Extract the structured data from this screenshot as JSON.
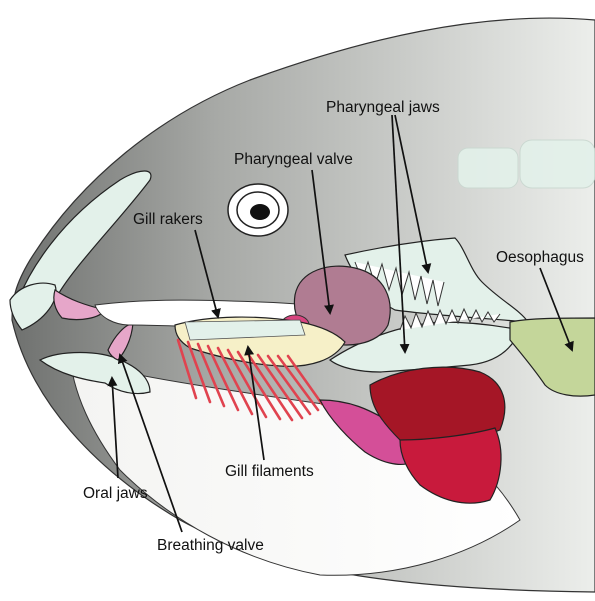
{
  "labels": {
    "pharyngeal_jaws": "Pharyngeal jaws",
    "pharyngeal_valve": "Pharyngeal valve",
    "gill_rakers": "Gill rakers",
    "oesophagus": "Oesophagus",
    "gill_filaments": "Gill filaments",
    "oral_jaws": "Oral jaws",
    "breathing_valve": "Breathing valve"
  },
  "colors": {
    "head_dark": "#6f716f",
    "head_mid": "#a7a9a6",
    "head_light": "#e6e7e4",
    "bone": "#e3f1ea",
    "pink": "#e6a6c9",
    "valve_mauve": "#b07c92",
    "valve_pink": "#d9447f",
    "gill_red": "#e0434f",
    "muscle_dark_red": "#a51626",
    "muscle_red": "#c81a3c",
    "muscle_pink": "#d44f98",
    "oesophagus_green": "#c4d69a",
    "cream": "#f6f0c8"
  }
}
